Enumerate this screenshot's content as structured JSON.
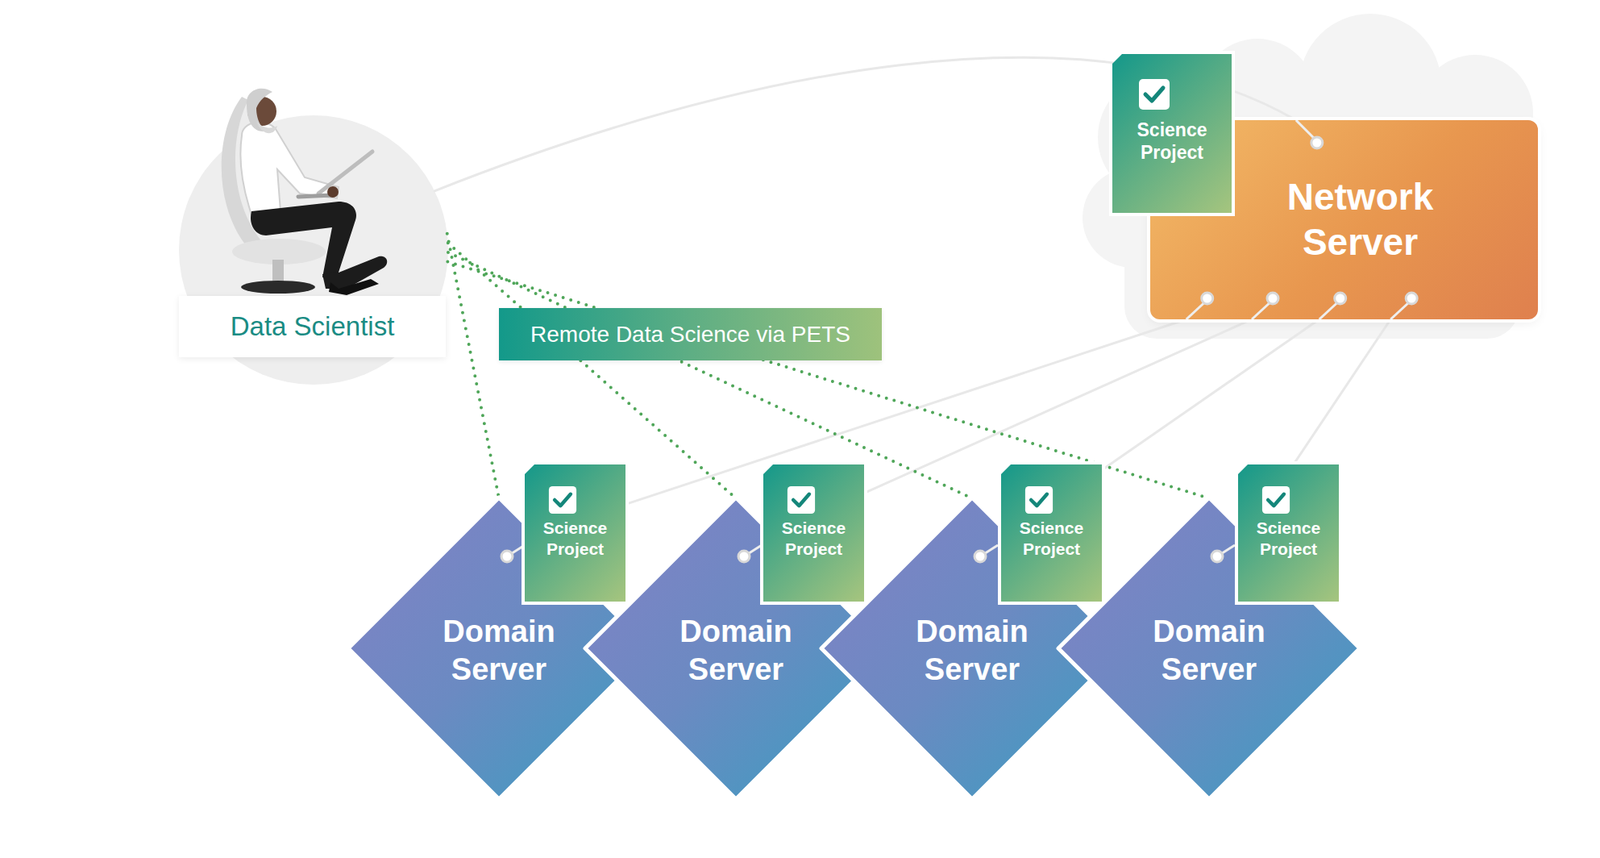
{
  "diagram": {
    "nodes": [
      {
        "text": [
          "Data Scientist"
        ]
      },
      {
        "text": [
          "Network Server"
        ]
      },
      {
        "text": [
          "Science Project"
        ],
        "in": 1
      },
      {
        "text": [
          "Remote Data Science via PETS"
        ]
      },
      {
        "text": [
          "Domain Server"
        ]
      },
      {
        "text": [
          "Science Project"
        ],
        "in": 4
      },
      {
        "text": [
          "Domain Server"
        ]
      },
      {
        "text": [
          "Science Project"
        ],
        "in": 6
      },
      {
        "text": [
          "Domain Server"
        ]
      },
      {
        "text": [
          "Science Project"
        ],
        "in": 8
      },
      {
        "text": [
          "Domain Server"
        ]
      },
      {
        "text": [
          "Science Project"
        ],
        "in": 10
      }
    ],
    "edges": [
      {
        "from": 0,
        "to": 1,
        "arrow": "none"
      },
      {
        "from": 1,
        "to": 4,
        "arrow": "none"
      },
      {
        "from": 1,
        "to": 6,
        "arrow": "none"
      },
      {
        "from": 1,
        "to": 8,
        "arrow": "none"
      },
      {
        "from": 1,
        "to": 10,
        "arrow": "none"
      },
      {
        "from": 0,
        "to": 4,
        "arrow": "none"
      },
      {
        "from": 0,
        "to": 6,
        "arrow": "none"
      },
      {
        "from": 0,
        "to": 8,
        "arrow": "none"
      },
      {
        "from": 0,
        "to": 10,
        "arrow": "none"
      }
    ]
  }
}
